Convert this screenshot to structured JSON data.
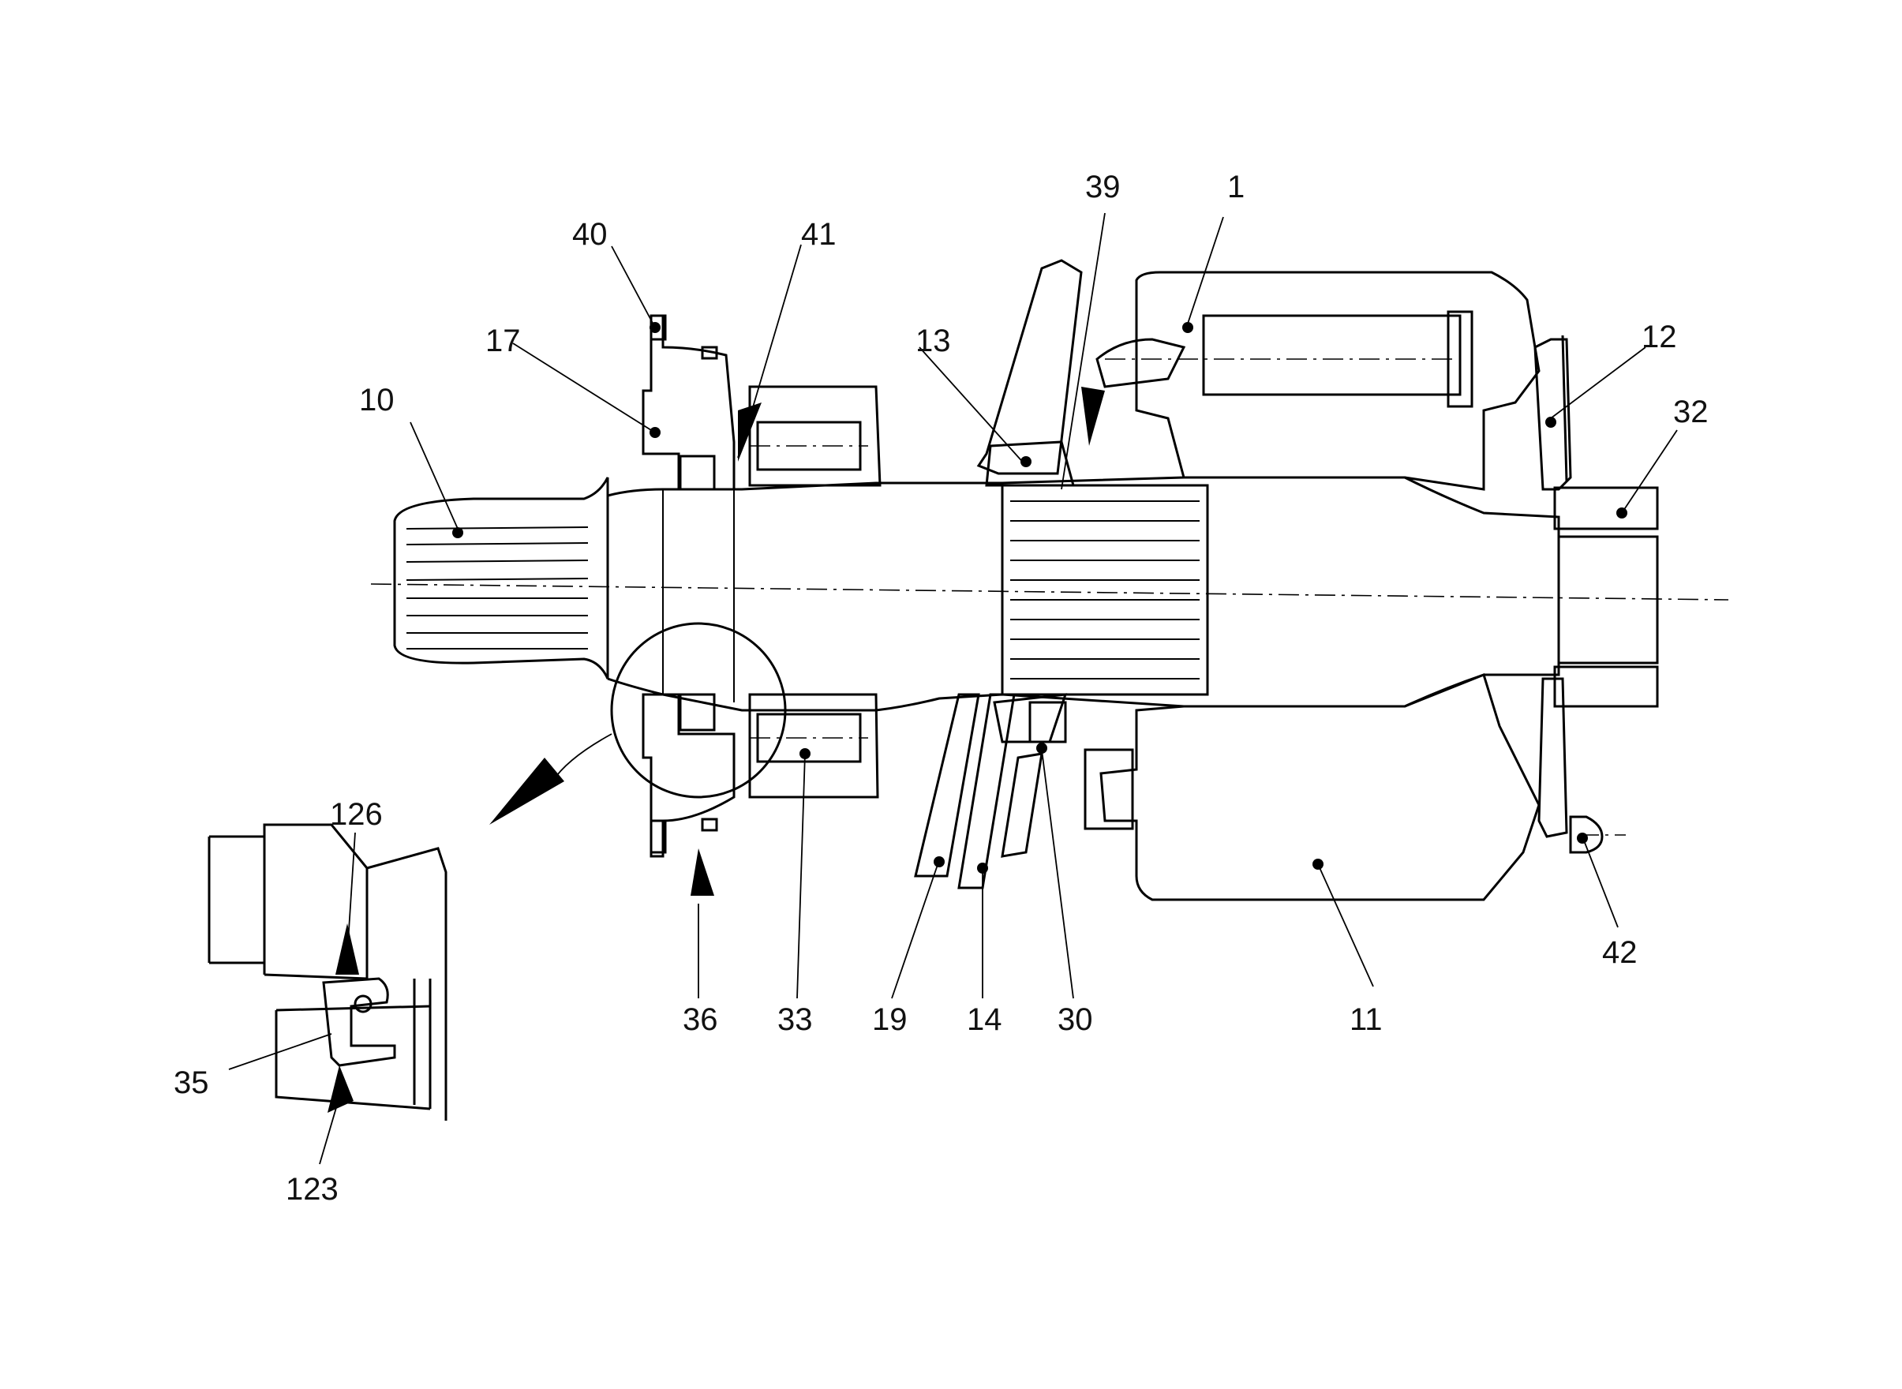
{
  "labels": {
    "l1": "1",
    "l10": "10",
    "l11": "11",
    "l12": "12",
    "l13": "13",
    "l14": "14",
    "l17": "17",
    "l19": "19",
    "l30": "30",
    "l32": "32",
    "l33": "33",
    "l35": "35",
    "l36": "36",
    "l39": "39",
    "l40": "40",
    "l41": "41",
    "l42": "42",
    "l123": "123",
    "l126": "126"
  }
}
